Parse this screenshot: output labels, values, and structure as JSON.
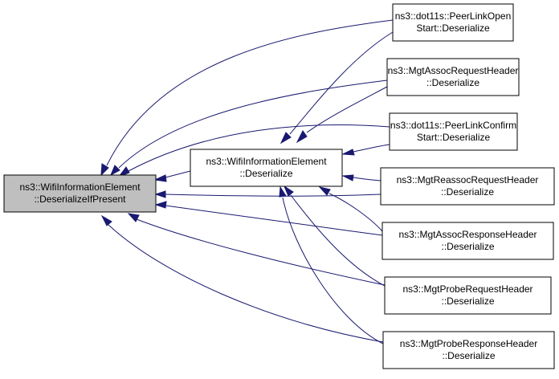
{
  "diagram": {
    "edge_color": "#191970",
    "root_fill": "#bfbfbf",
    "node_fill": "#ffffff",
    "nodes": [
      {
        "id": "root",
        "lines": [
          "ns3::WifiInformationElement",
          "::DeserializeIfPresent"
        ]
      },
      {
        "id": "deser",
        "lines": [
          "ns3::WifiInformationElement",
          "::Deserialize"
        ]
      },
      {
        "id": "plo",
        "lines": [
          "ns3::dot11s::PeerLinkOpen",
          "Start::Deserialize"
        ]
      },
      {
        "id": "marq",
        "lines": [
          "ns3::MgtAssocRequestHeader",
          "::Deserialize"
        ]
      },
      {
        "id": "plc",
        "lines": [
          "ns3::dot11s::PeerLinkConfirm",
          "Start::Deserialize"
        ]
      },
      {
        "id": "mrrq",
        "lines": [
          "ns3::MgtReassocRequestHeader",
          "::Deserialize"
        ]
      },
      {
        "id": "mars",
        "lines": [
          "ns3::MgtAssocResponseHeader",
          "::Deserialize"
        ]
      },
      {
        "id": "mprq",
        "lines": [
          "ns3::MgtProbeRequestHeader",
          "::Deserialize"
        ]
      },
      {
        "id": "mprs",
        "lines": [
          "ns3::MgtProbeResponseHeader",
          "::Deserialize"
        ]
      }
    ],
    "edges": [
      {
        "from": "deser",
        "to": "root"
      },
      {
        "from": "plo",
        "to": "root"
      },
      {
        "from": "marq",
        "to": "root"
      },
      {
        "from": "plc",
        "to": "root"
      },
      {
        "from": "mrrq",
        "to": "root"
      },
      {
        "from": "mars",
        "to": "root"
      },
      {
        "from": "mprq",
        "to": "root"
      },
      {
        "from": "mprs",
        "to": "root"
      },
      {
        "from": "plo",
        "to": "deser"
      },
      {
        "from": "marq",
        "to": "deser"
      },
      {
        "from": "plc",
        "to": "deser"
      },
      {
        "from": "mrrq",
        "to": "deser"
      },
      {
        "from": "mars",
        "to": "deser"
      },
      {
        "from": "mprq",
        "to": "deser"
      },
      {
        "from": "mprs",
        "to": "deser"
      }
    ]
  }
}
